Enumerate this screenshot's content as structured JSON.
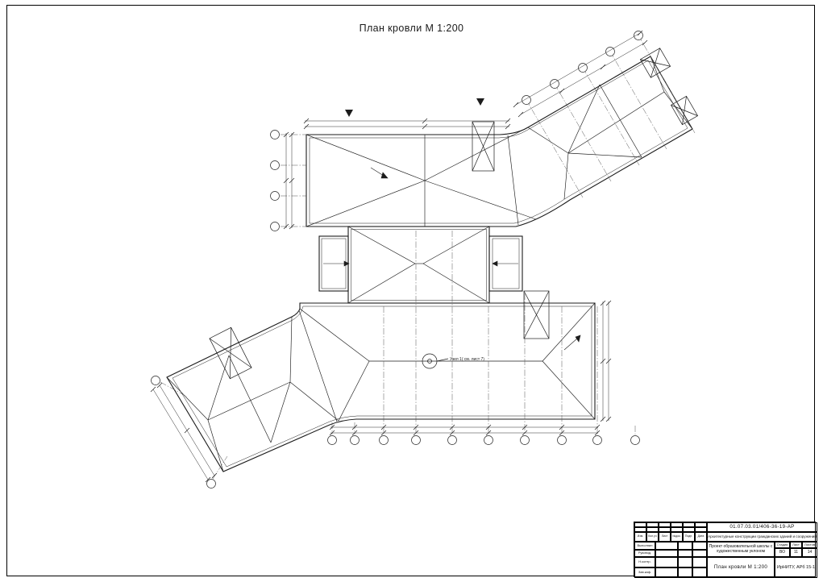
{
  "page": {
    "title": "План кровли М 1:200"
  },
  "drawing": {
    "node_label": "Узел 1( см. лист 7)"
  },
  "title_block": {
    "doc_code": "01.07.03.01/406-36-19-АР",
    "theme": "Архитектурные конструкции гражданских зданий и сооружений",
    "project": "Проект образовательной школы с художественным уклоном",
    "sheet_name": "План кровли М 1:200",
    "org": "ИрНИТУ, АРб 15-1",
    "stage_label": "Стадия",
    "sheet_label": "Лист",
    "sheets_label": "Листов",
    "stage": "ВО",
    "sheet_no": "11",
    "sheets_total": "14",
    "cols": {
      "c1": "Изм.",
      "c2": "Кол.уч",
      "c3": "Лист",
      "c4": "№док.",
      "c5": "Подп.",
      "c6": "Дата"
    },
    "rows": {
      "r1": "Выполнил",
      "r2": "Руковод.",
      "r3": "Н.контр.",
      "r4": "Зав.каф."
    }
  }
}
